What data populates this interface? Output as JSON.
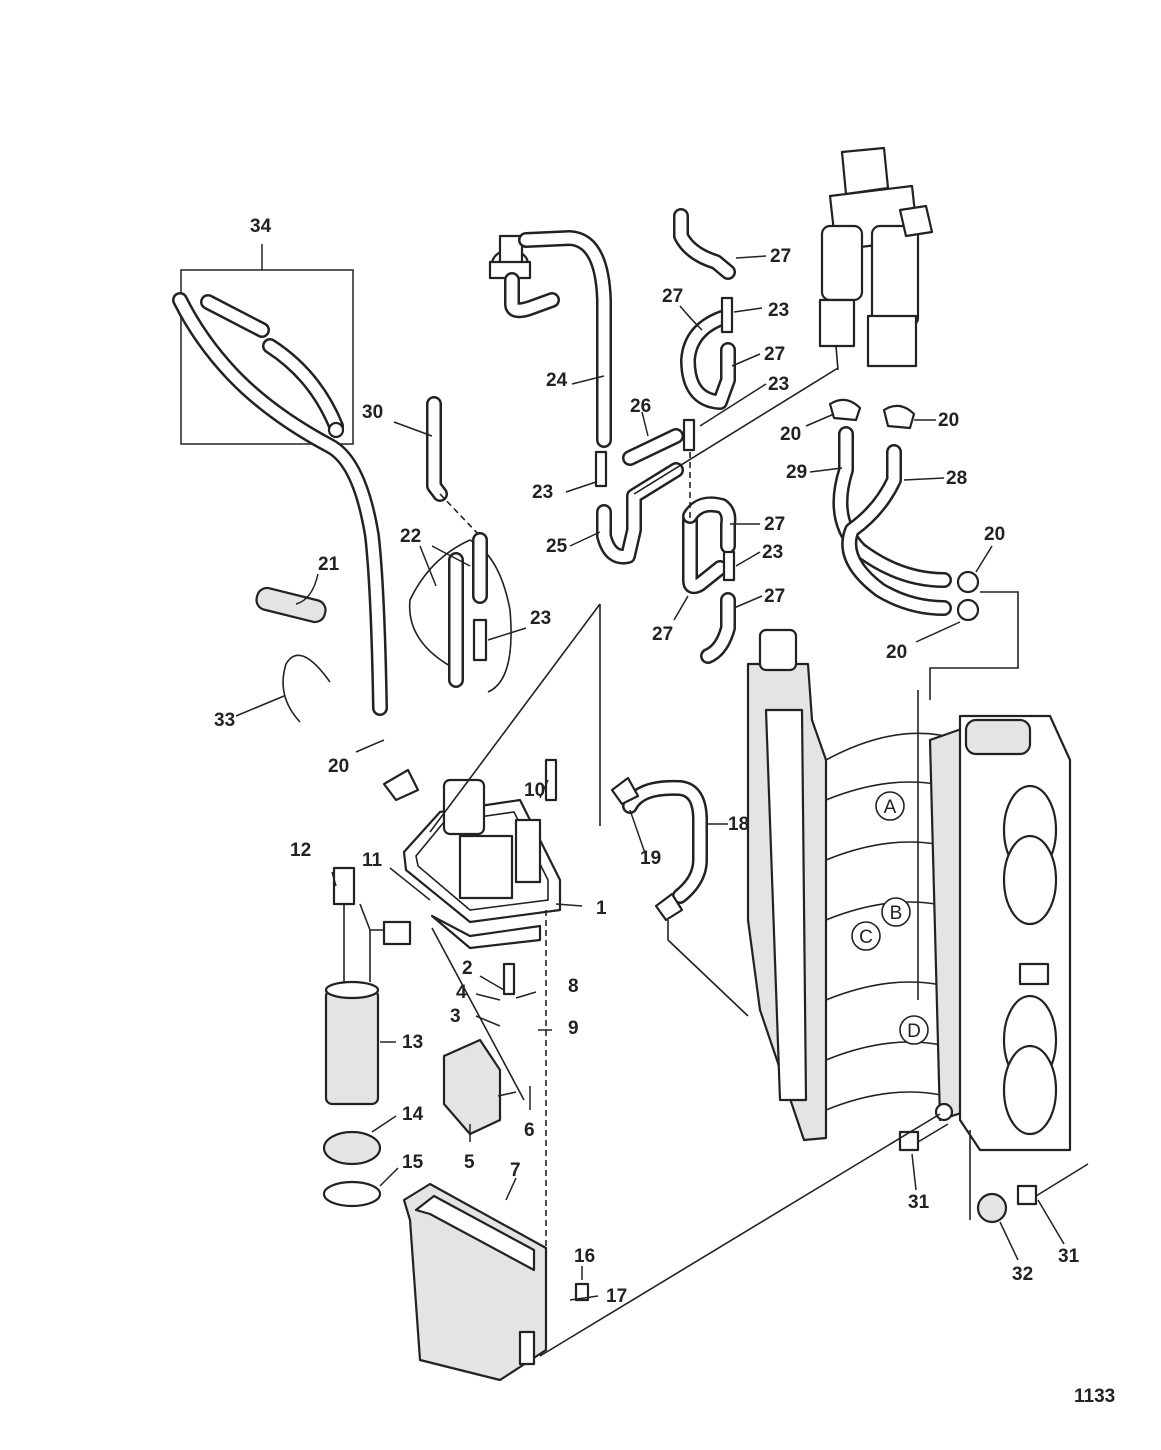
{
  "callouts": {
    "c1": "1",
    "c2": "2",
    "c3": "3",
    "c4": "4",
    "c5": "5",
    "c6": "6",
    "c7": "7",
    "c8": "8",
    "c9": "9",
    "c10": "10",
    "c11": "11",
    "c12": "12",
    "c13": "13",
    "c14": "14",
    "c15": "15",
    "c16": "16",
    "c17": "17",
    "c18": "18",
    "c19": "19",
    "c20a": "20",
    "c20b": "20",
    "c20c": "20",
    "c20d": "20",
    "c20e": "20",
    "c21": "21",
    "c22": "22",
    "c23a": "23",
    "c23b": "23",
    "c23c": "23",
    "c23d": "23",
    "c23e": "23",
    "c24": "24",
    "c25": "25",
    "c26": "26",
    "c27a": "27",
    "c27b": "27",
    "c27c": "27",
    "c27d": "27",
    "c27e": "27",
    "c27f": "27",
    "c28": "28",
    "c29": "29",
    "c30": "30",
    "c31a": "31",
    "c31b": "31",
    "c32": "32",
    "c33": "33",
    "c34": "34"
  },
  "port_markers": {
    "a": "A",
    "b": "B",
    "c": "C",
    "d": "D"
  },
  "figure_ref": "1133"
}
